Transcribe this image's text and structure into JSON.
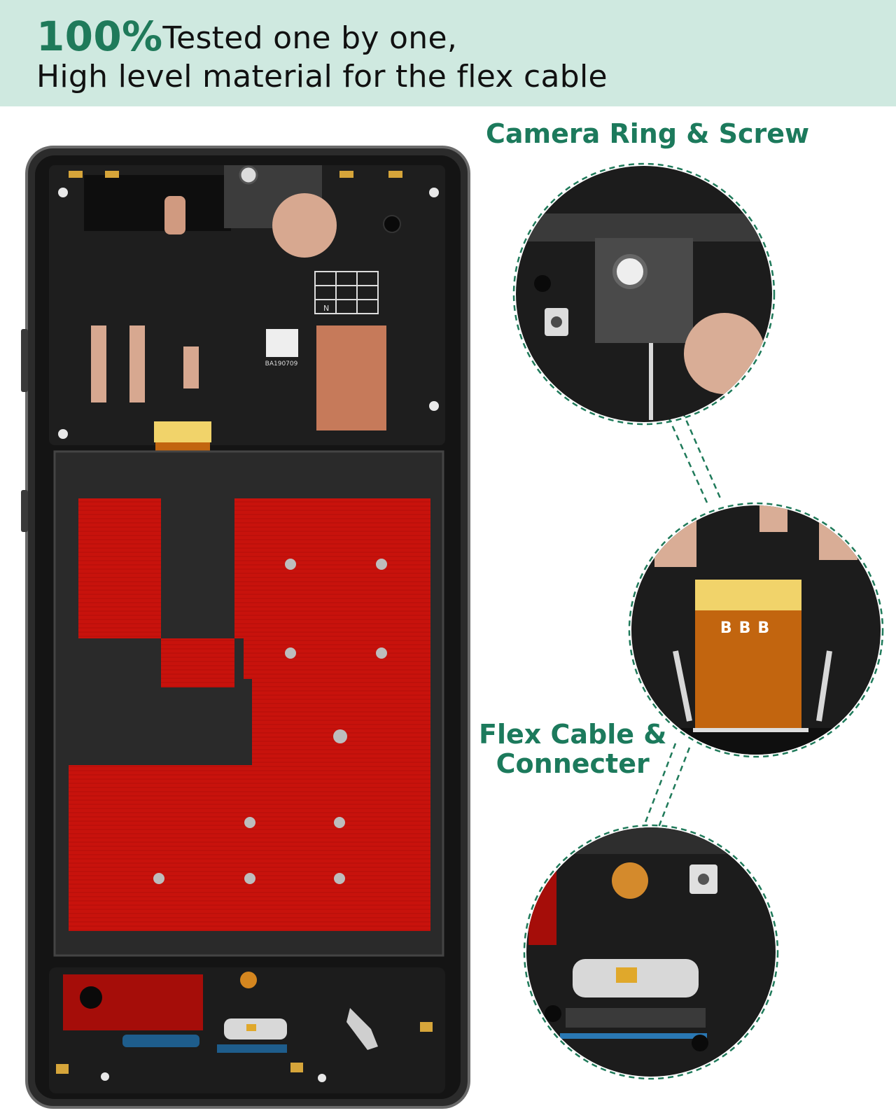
{
  "banner": {
    "accent": "100%",
    "line1_rest": "Tested one by one,",
    "line2": "High level material for the flex cable",
    "background_color": "#cfe9e0",
    "accent_color": "#1f7a5a"
  },
  "callouts": {
    "camera_label": "Camera Ring & Screw",
    "flex_label_line1": "Flex Cable &",
    "flex_label_line2": "Connecter",
    "label_color": "#1c7a5c"
  },
  "phone": {
    "board_labels": {
      "connector_code": "BBB",
      "qr_code_text": "BA190709",
      "grid_marker": "N"
    },
    "shield_color": "#c8120c",
    "frame_color": "#1a1a1a"
  }
}
